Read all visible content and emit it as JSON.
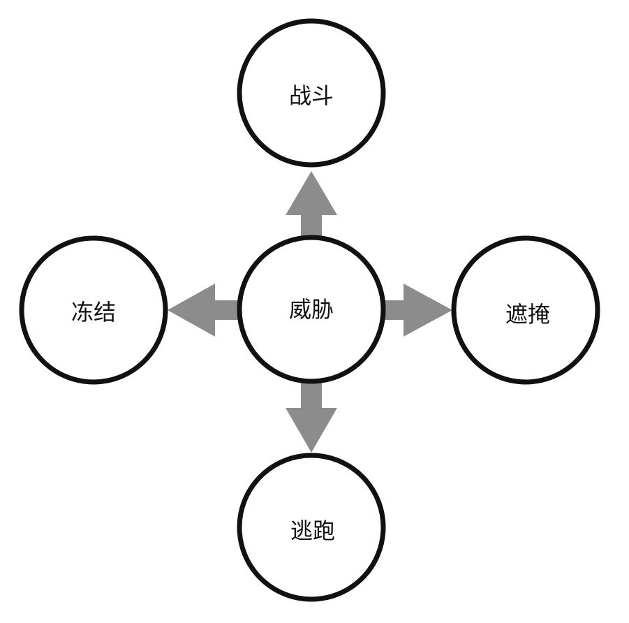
{
  "diagram": {
    "center": {
      "label": "威胁"
    },
    "top": {
      "label": "战斗"
    },
    "left": {
      "label": "冻结"
    },
    "right": {
      "label": "遮掩"
    },
    "bottom": {
      "label": "逃跑"
    }
  },
  "colors": {
    "arrow": "#8c8c8c",
    "circle_stroke": "#111111",
    "circle_fill": "#ffffff",
    "text": "#111111"
  }
}
